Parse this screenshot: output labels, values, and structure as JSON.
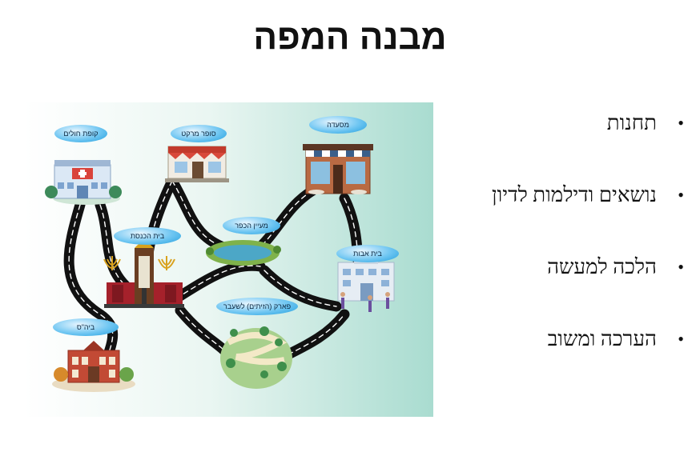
{
  "slide": {
    "title": "מבנה המפה"
  },
  "map": {
    "stations": [
      {
        "key": "clinic",
        "label": "קופת חולים"
      },
      {
        "key": "supermarket",
        "label": "סופר מרקט"
      },
      {
        "key": "restaurant",
        "label": "מסעדה"
      },
      {
        "key": "synagogue",
        "label": "בית הכנסת"
      },
      {
        "key": "spring",
        "label": "מעיין הכפר"
      },
      {
        "key": "nursing-home",
        "label": "בית אבות"
      },
      {
        "key": "park",
        "label": "פארק (הזיתים) לשעבר"
      },
      {
        "key": "school",
        "label": "ביה\"ס"
      }
    ]
  },
  "bullets": [
    {
      "label": "תחנות"
    },
    {
      "label": "נושאים ודילמות לדיון"
    },
    {
      "label": "הלכה למעשה"
    },
    {
      "label": "הערכה ומשוב"
    }
  ],
  "colors": {
    "road": "#111111",
    "road_lines": "#ffffff",
    "bubble": "#4db8ee",
    "panel_gradient_end": "#a9dcd0"
  }
}
